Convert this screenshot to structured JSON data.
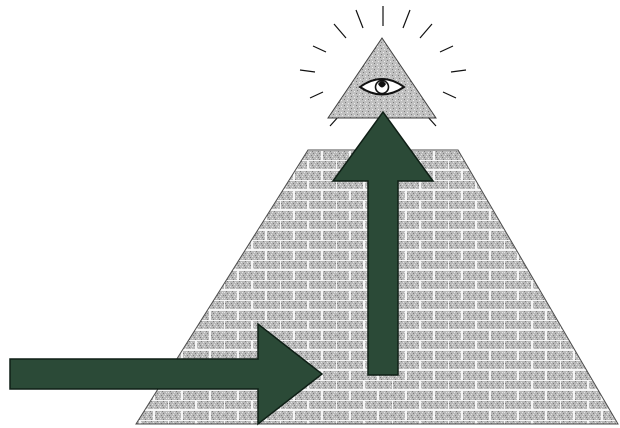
{
  "scene": {
    "subject": "pyramid-with-eye",
    "arrows": [
      "horizontal-arrow",
      "vertical-arrow"
    ]
  },
  "colors": {
    "background": "#ffffff",
    "arrow_fill": "#2b4a37",
    "arrow_stroke": "#0f1f16",
    "stone_base": "#b9b9b9",
    "stone_light": "#e4e4e4",
    "stone_dark": "#7e7e7e",
    "mortar": "#f5f5f5",
    "eye_outline": "#111111"
  },
  "icons": {
    "eye": "eye-icon",
    "rays": "ray-icon"
  }
}
